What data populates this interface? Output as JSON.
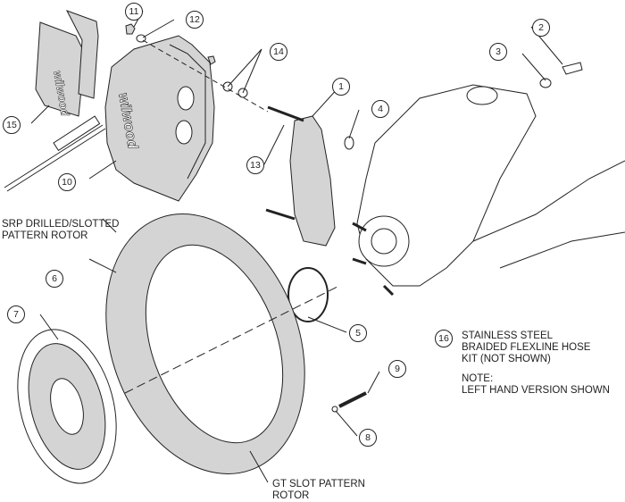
{
  "diagram": {
    "title": "Brake kit exploded view",
    "callouts": [
      {
        "id": "1",
        "part": "caliper-bracket"
      },
      {
        "id": "2",
        "part": "bracket-bolt"
      },
      {
        "id": "3",
        "part": "bolt-washer"
      },
      {
        "id": "4",
        "part": "shim-washer"
      },
      {
        "id": "5",
        "part": "centering-ring"
      },
      {
        "id": "6",
        "part": "rotor"
      },
      {
        "id": "7",
        "part": "rotor-hat"
      },
      {
        "id": "8",
        "part": "hat-washer"
      },
      {
        "id": "9",
        "part": "hat-bolt"
      },
      {
        "id": "10",
        "part": "caliper"
      },
      {
        "id": "11",
        "part": "caliper-nut"
      },
      {
        "id": "12",
        "part": "caliper-washer"
      },
      {
        "id": "13",
        "part": "caliper-stud"
      },
      {
        "id": "14",
        "part": "stud-washers"
      },
      {
        "id": "15",
        "part": "brake-pads"
      },
      {
        "id": "16",
        "part": "flexline-kit"
      }
    ],
    "labels": {
      "srp_line1": "SRP DRILLED/SLOTTED",
      "srp_line2": "PATTERN ROTOR",
      "gt_line1": "GT SLOT PATTERN",
      "gt_line2": "ROTOR",
      "hose_line1": "STAINLESS STEEL",
      "hose_line2": "BRAIDED FLEXLINE HOSE",
      "hose_line3": "KIT (NOT SHOWN)",
      "note_line1": "NOTE:",
      "note_line2": "LEFT HAND VERSION SHOWN"
    },
    "brand_text": "wilwood",
    "colors": {
      "line": "#222222",
      "fill": "#d4d4d4",
      "background": "#ffffff"
    }
  }
}
